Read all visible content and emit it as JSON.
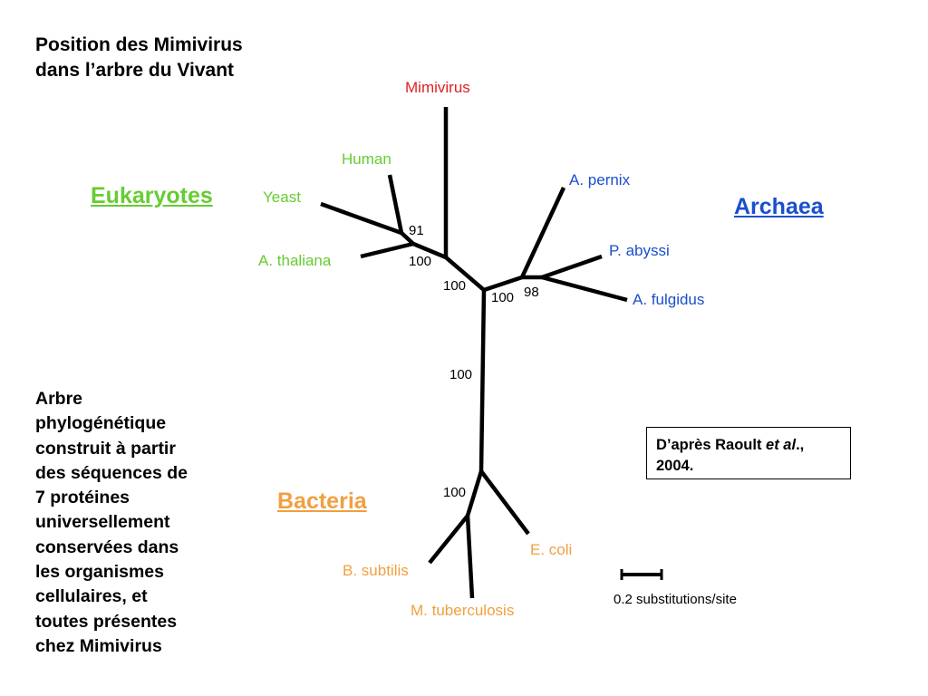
{
  "title": {
    "line1": "Position des Mimivirus",
    "line2": "dans l’arbre du Vivant"
  },
  "domains": {
    "eukaryotes": "Eukaryotes",
    "archaea": "Archaea",
    "bacteria": "Bacteria"
  },
  "taxa": {
    "mimivirus": "Mimivirus",
    "human": "Human",
    "yeast": "Yeast",
    "a_thaliana": "A. thaliana",
    "a_pernix": "A. pernix",
    "p_abyssi": "P. abyssi",
    "a_fulgidus": "A. fulgidus",
    "e_coli": "E. coli",
    "b_subtilis": "B. subtilis",
    "m_tuberculosis": "M. tuberculosis"
  },
  "bootstrap": {
    "euk_inner": "91",
    "euk_node": "100",
    "virus_node": "100",
    "center_node": "100",
    "archaea_node": "98",
    "central_branch": "100",
    "bacteria_node": "100"
  },
  "description": [
    "Arbre",
    "phylogénétique",
    "construit à partir",
    "des séquences de",
    "7 protéines",
    "universellement",
    "conservées dans",
    "les organismes",
    "cellulaires, et",
    "toutes présentes",
    "chez Mimivirus"
  ],
  "citation": {
    "prefix": "D’après Raoult ",
    "italic": "et al",
    "suffix": "., 2004."
  },
  "scale": {
    "label": "0.2 substitutions/site"
  },
  "colors": {
    "mimivirus": "#e02020",
    "eukaryotes": "#66cc33",
    "archaea": "#1a4fcc",
    "bacteria": "#f0a040",
    "branch": "#000000"
  }
}
